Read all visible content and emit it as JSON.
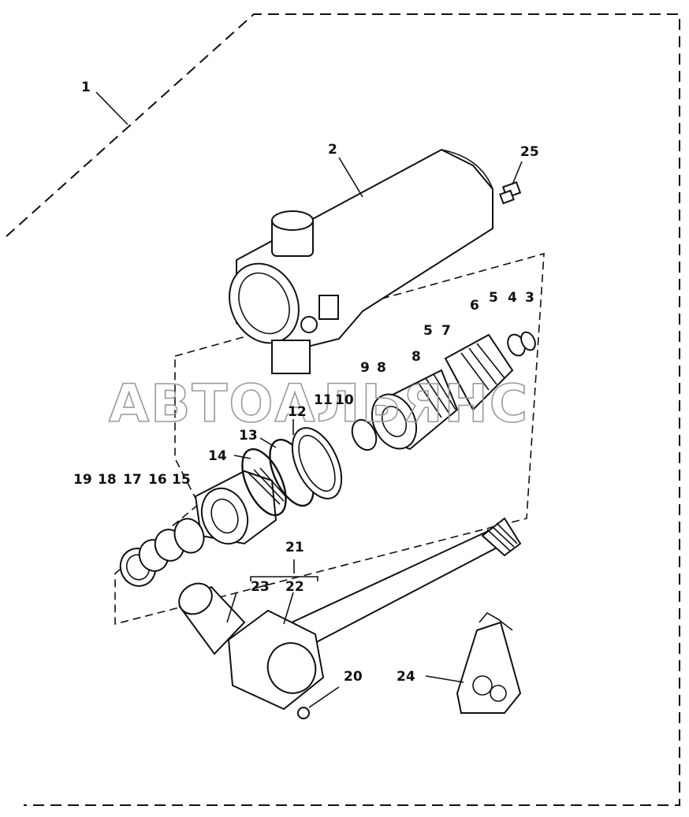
{
  "watermark": "АВТОАЛЬЯНС",
  "labels": {
    "l1": "1",
    "l2": "2",
    "l3": "3",
    "l4": "4",
    "l5a": "5",
    "l5b": "5",
    "l6": "6",
    "l7": "7",
    "l8a": "8",
    "l8b": "8",
    "l9": "9",
    "l10": "10",
    "l11": "11",
    "l12": "12",
    "l13": "13",
    "l14": "14",
    "l15": "15",
    "l16": "16",
    "l17": "17",
    "l18": "18",
    "l19": "19",
    "l20": "20",
    "l21": "21",
    "l22": "22",
    "l23": "23",
    "l24": "24",
    "l25": "25"
  }
}
